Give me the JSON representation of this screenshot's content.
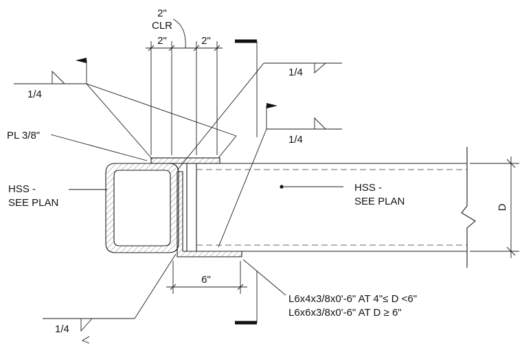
{
  "dims": {
    "clear_top": "2\"",
    "clear_bottom": "CLR",
    "left_gap": "2\"",
    "right_gap": "2\"",
    "angle_leg": "6\"",
    "depth": "D"
  },
  "welds": {
    "left": "1/4",
    "top_right": "1/4",
    "mid_right": "1/4",
    "bottom_left": "1/4"
  },
  "labels": {
    "plate": "PL 3/8\"",
    "hss_left_line1": "HSS -",
    "hss_left_line2": "SEE PLAN",
    "hss_right_line1": "HSS -",
    "hss_right_line2": "SEE PLAN",
    "angle_line1": "L6x4x3/8x0'-6\" AT 4\"≤ D <6\"",
    "angle_line2": "L6x6x3/8x0'-6\" AT D ≥ 6\""
  }
}
